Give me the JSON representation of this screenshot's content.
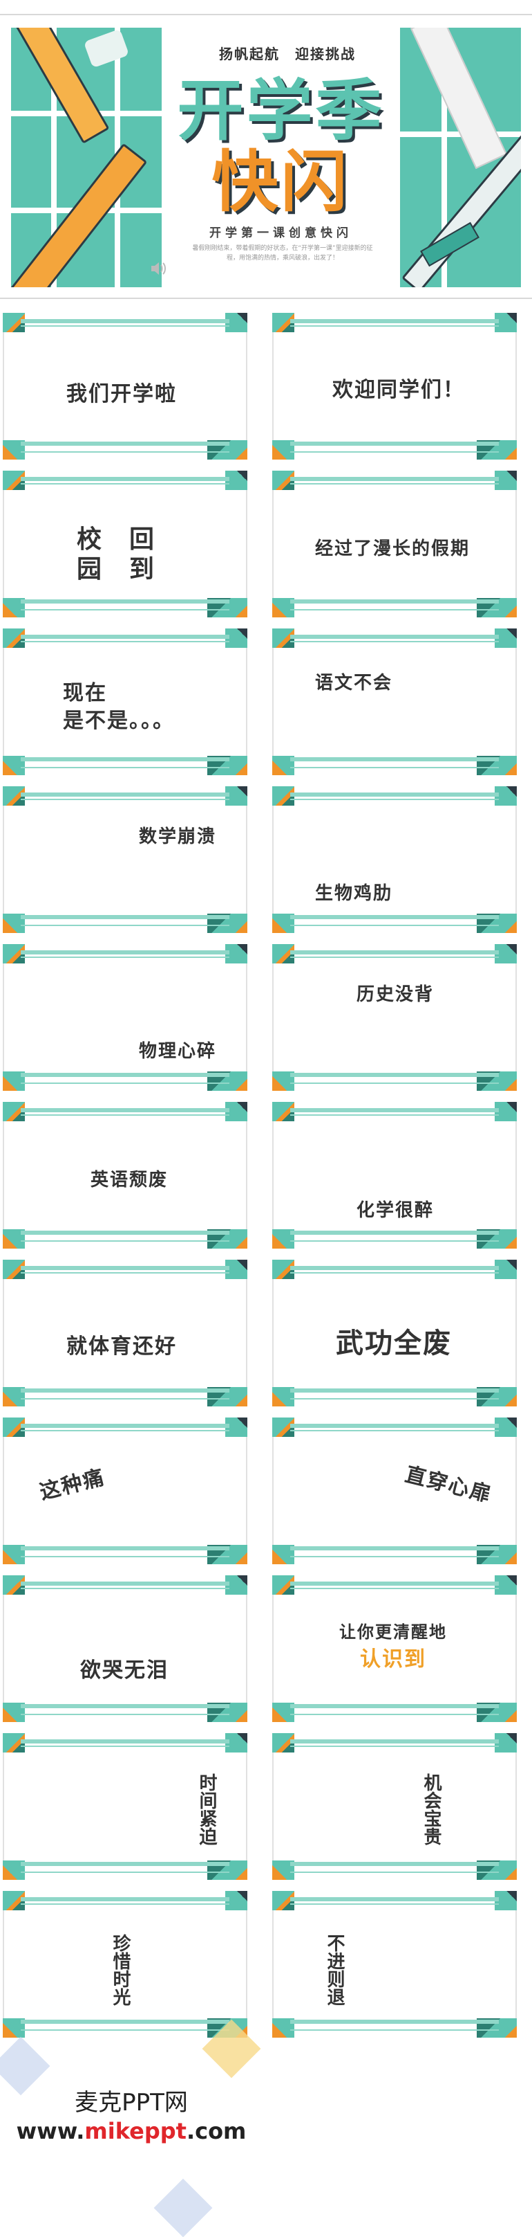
{
  "header": {
    "slogan": "扬帆起航　迎接挑战",
    "title_line1": "开学季",
    "title_line2": "快闪",
    "subtitle": "开学第一课创意快闪",
    "fine_print": "暑假刚刚结束，带着假期的好状态，在“开学第一课”里迎接新的征程，用饱满的热情，乘风破浪，出发了！"
  },
  "cards": [
    {
      "text": "我们开学啦"
    },
    {
      "text": "欢迎同学们！"
    },
    {
      "text_a": "校　回",
      "text_b": "园　到"
    },
    {
      "text": "经过了漫长的假期"
    },
    {
      "text_a": "现在",
      "text_b": "是不是。。。"
    },
    {
      "text": "语文不会"
    },
    {
      "text": "数学崩溃"
    },
    {
      "text": "生物鸡肋"
    },
    {
      "text": "物理心碎"
    },
    {
      "text": "历史没背"
    },
    {
      "text": "英语颓废"
    },
    {
      "text": "化学很醉"
    },
    {
      "text": "就体育还好"
    },
    {
      "text": "武功全废"
    },
    {
      "text": "这种痛"
    },
    {
      "text": "直穿心扉"
    },
    {
      "text": "欲哭无泪"
    },
    {
      "text_a": "让你更清醒地",
      "text_b": "认识到"
    },
    {
      "text": "时间紧迫"
    },
    {
      "text": "机会宝贵"
    },
    {
      "text": "珍惜时光"
    },
    {
      "text": "不进则退"
    }
  ],
  "footer": {
    "brand": "麦克PPT网",
    "url_pre": "www.",
    "url_mid": "mikeppt",
    "url_post": ".com"
  },
  "colors": {
    "teal": "#5cc3b0",
    "orange": "#f09228",
    "dark": "#2c3b44",
    "red": "#e0262b"
  }
}
